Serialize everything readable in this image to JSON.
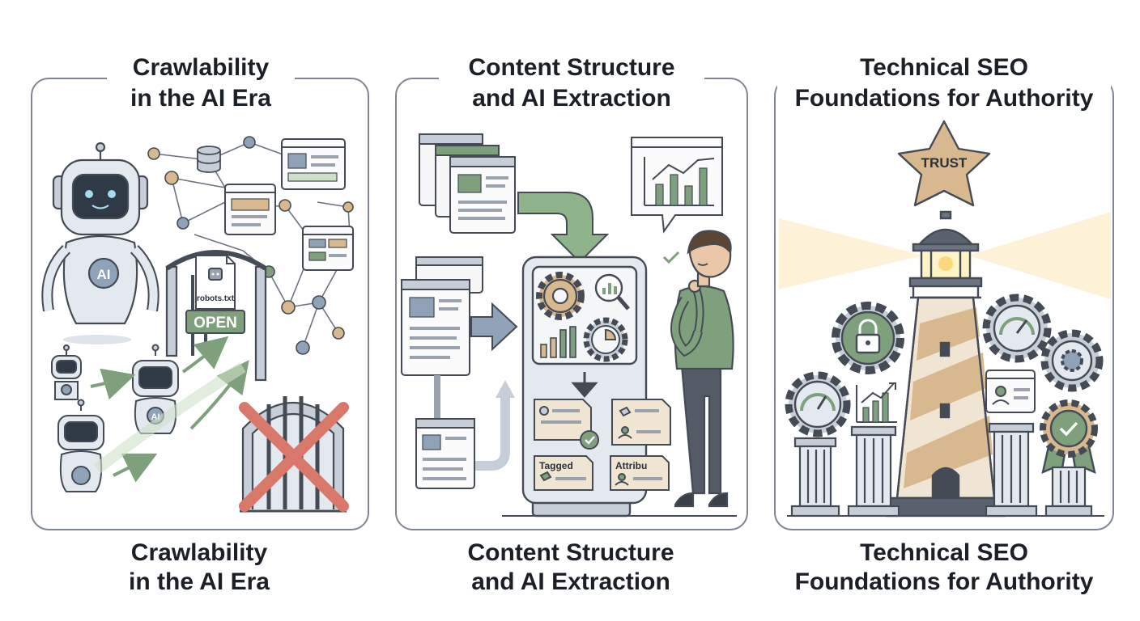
{
  "panels": [
    {
      "title_lines": [
        "Crawlability",
        "in the AI Era"
      ],
      "caption_lines": [
        "Crawlability",
        "in the AI Era"
      ],
      "robot_badge": "AI",
      "small_robot_badge": "AI",
      "sign_file": "robots.txt",
      "sign_label": "OPEN"
    },
    {
      "title_lines": [
        "Content Structure",
        "and AI Extraction"
      ],
      "caption_lines": [
        "Content Structure",
        "and AI Extraction"
      ],
      "card_tagged": "Tagged",
      "card_attribute": "Attribu"
    },
    {
      "title_lines": [
        "Technical SEO",
        "Foundations for Authority"
      ],
      "caption_lines": [
        "Technical SEO",
        "Foundations for Authority"
      ],
      "star_label": "TRUST"
    }
  ],
  "colors": {
    "outline": "#444b55",
    "panel_border": "#7e8791",
    "green": "#7fa07c",
    "green_light": "#cfe0c9",
    "tan": "#d8b98f",
    "beige": "#efe5d2",
    "blue_gray": "#8fa2b8",
    "red_x": "#d9786a",
    "robot_body": "#e4e9f0"
  }
}
